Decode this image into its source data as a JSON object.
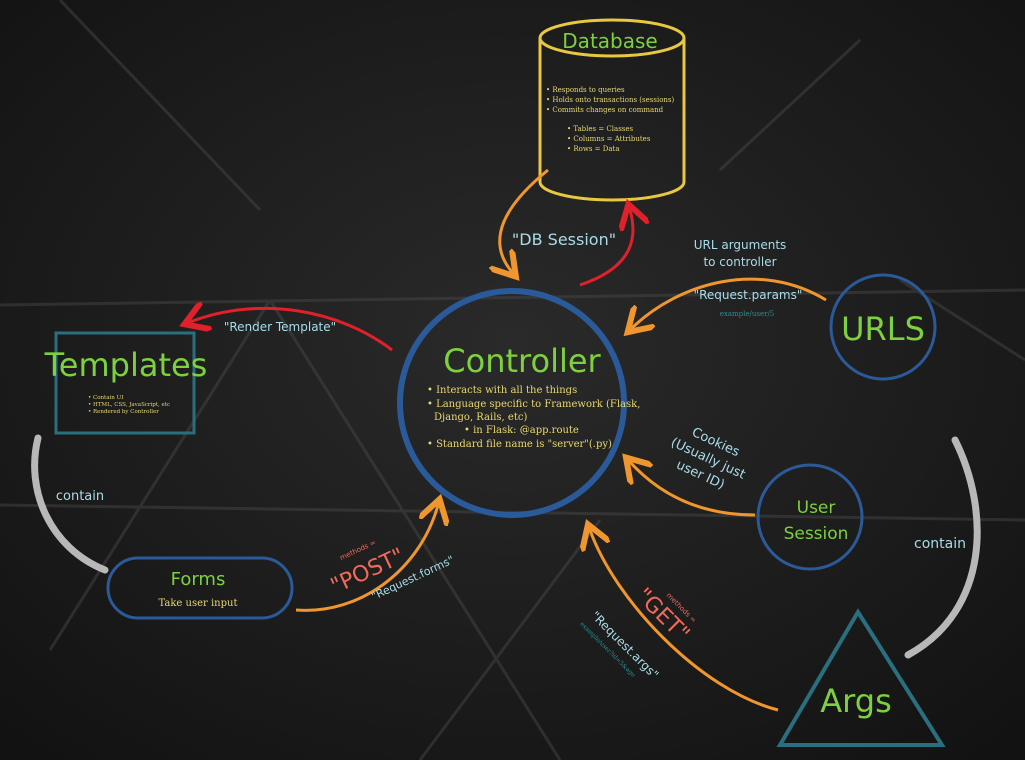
{
  "colors": {
    "background": "#1c1c1c",
    "green": "#7dd13f",
    "yellow": "#e8c840",
    "blue": "#2a5a9a",
    "teal": "#2a6f7f",
    "orange": "#f0962e",
    "red": "#e0202a",
    "salmon": "#f06a5a",
    "lightblue": "#a8dce8",
    "gray": "#b8b8b8",
    "bullet_yellow": "#e8d870"
  },
  "database": {
    "title": "Database",
    "bullets": [
      "Responds to queries",
      "Holds onto transactions (sessions)",
      "Commits changes on command"
    ],
    "sub_bullets": [
      "Tables = Classes",
      "Columns = Attributes",
      "Rows = Data"
    ]
  },
  "db_session_label": "\"DB Session\"",
  "controller": {
    "title": "Controller",
    "bullets": [
      "Interacts with all the things",
      "Language specific to Framework (Flask,",
      "Django, Rails, etc)",
      "in Flask: @app.route",
      "Standard file name is \"server\"(.py)"
    ]
  },
  "templates": {
    "title": "Templates",
    "bullets": [
      "Contain UI",
      "HTML, CSS, JavaScript, etc",
      "Rendered by Controller"
    ]
  },
  "render_label": "\"Render Template\"",
  "urls": {
    "title": "URLS",
    "arg_line1": "URL arguments",
    "arg_line2": "to controller",
    "params_label": "\"Request.params\"",
    "example": "example/user/5"
  },
  "session": {
    "title_line1": "User",
    "title_line2": "Session",
    "cookies_line1": "Cookies",
    "cookies_line2": "(Usually just",
    "cookies_line3": "user ID)"
  },
  "forms": {
    "title": "Forms",
    "subtitle": "Take user input",
    "contain_label": "contain",
    "methods_label": "methods =",
    "post_label": "\"POST\"",
    "request_forms_label": "\"Request.forms\""
  },
  "args": {
    "title": "Args",
    "contain_label": "contain",
    "methods_label": "methods =",
    "get_label": "\"GET\"",
    "request_args_label": "\"Request.args\"",
    "example": "example/user?id=5&age"
  }
}
